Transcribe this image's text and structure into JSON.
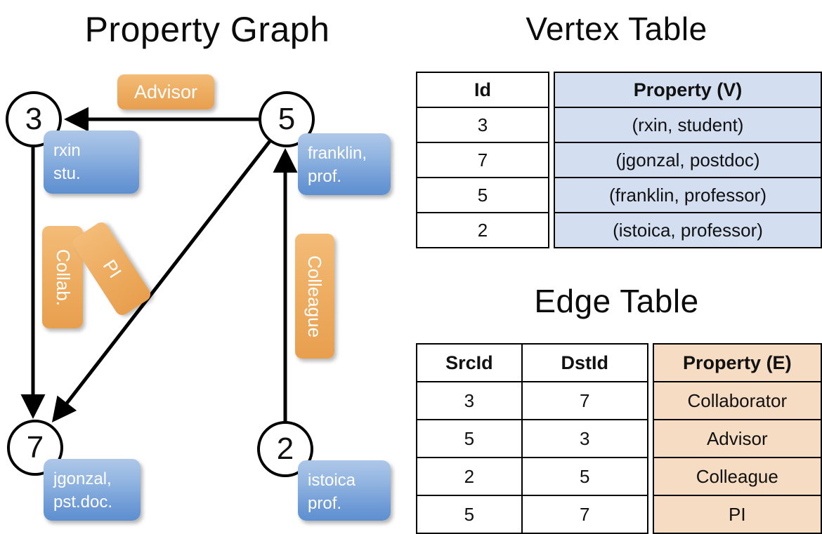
{
  "titles": {
    "property_graph": "Property Graph",
    "vertex_table": "Vertex Table",
    "edge_table": "Edge Table"
  },
  "colors": {
    "vertex_property_fill": "#d3dff1",
    "edge_property_fill": "#f6dcc2",
    "node_box_blue": "#6f9bd6",
    "edge_label_orange": "#eeae63",
    "stroke": "#000000",
    "background": "#ffffff"
  },
  "graph": {
    "nodes": [
      {
        "id": "3",
        "property_line1": "rxin",
        "property_line2": "stu."
      },
      {
        "id": "5",
        "property_line1": "franklin,",
        "property_line2": "prof."
      },
      {
        "id": "7",
        "property_line1": "jgonzal,",
        "property_line2": "pst.doc."
      },
      {
        "id": "2",
        "property_line1": "istoica",
        "property_line2": "prof."
      }
    ],
    "edge_labels": [
      {
        "name": "advisor",
        "label": "Advisor",
        "orientation": "horizontal"
      },
      {
        "name": "collab",
        "label": "Collab.",
        "orientation": "vertical"
      },
      {
        "name": "colleague",
        "label": "Colleague",
        "orientation": "vertical"
      },
      {
        "name": "pi",
        "label": "PI",
        "orientation": "rotated"
      }
    ],
    "edges": [
      {
        "src": "5",
        "dst": "3",
        "label": "Advisor"
      },
      {
        "src": "3",
        "dst": "7",
        "label": "Collab."
      },
      {
        "src": "5",
        "dst": "7",
        "label": "PI"
      },
      {
        "src": "2",
        "dst": "5",
        "label": "Colleague"
      }
    ]
  },
  "vertex_table": {
    "headers": [
      "Id",
      "Property (V)"
    ],
    "rows": [
      [
        "3",
        "(rxin, student)"
      ],
      [
        "7",
        "(jgonzal, postdoc)"
      ],
      [
        "5",
        "(franklin, professor)"
      ],
      [
        "2",
        "(istoica, professor)"
      ]
    ]
  },
  "edge_table": {
    "headers": [
      "SrcId",
      "DstId",
      "Property (E)"
    ],
    "rows": [
      [
        "3",
        "7",
        "Collaborator"
      ],
      [
        "5",
        "3",
        "Advisor"
      ],
      [
        "2",
        "5",
        "Colleague"
      ],
      [
        "5",
        "7",
        "PI"
      ]
    ]
  }
}
